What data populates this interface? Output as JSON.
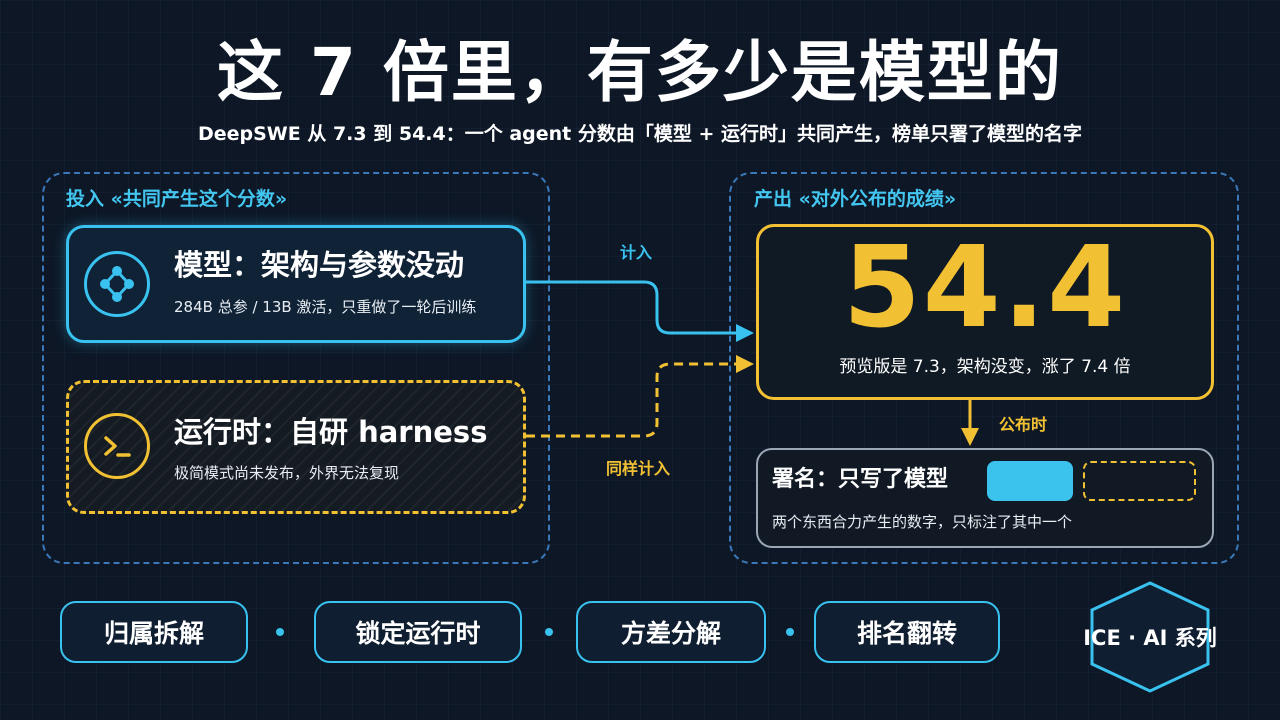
{
  "header": {
    "title": "这 7 倍里，有多少是模型的",
    "subtitle": "DeepSWE 从 7.3 到 54.4：一个 agent 分数由「模型 + 运行时」共同产生，榜单只署了模型的名字"
  },
  "inputs": {
    "label": "投入 «共同产生这个分数»",
    "model": {
      "title": "模型：架构与参数没动",
      "desc": "284B 总参 / 13B 激活，只重做了一轮后训练",
      "icon": "network-nodes-icon"
    },
    "runtime": {
      "title": "运行时：自研 harness",
      "desc": "极简模式尚未发布，外界无法复现",
      "icon": "terminal-prompt-icon"
    }
  },
  "flows": {
    "model_label": "计入",
    "runtime_label": "同样计入",
    "publish_label": "公布时"
  },
  "outputs": {
    "label": "产出 «对外公布的成绩»",
    "score": "54.4",
    "note": "预览版是 7.3，架构没变，涨了 7.4 倍",
    "signature": {
      "title": "署名：只写了模型",
      "desc": "两个东西合力产生的数字，只标注了其中一个"
    }
  },
  "footer": {
    "tags": [
      "归属拆解",
      "锁定运行时",
      "方差分解",
      "排名翻转"
    ],
    "brand": "ICE · AI 系列"
  },
  "colors": {
    "background": "#0d1726",
    "cyan": "#39c2ef",
    "yellow": "#f2c133",
    "panel_border": "#3a78b8"
  }
}
